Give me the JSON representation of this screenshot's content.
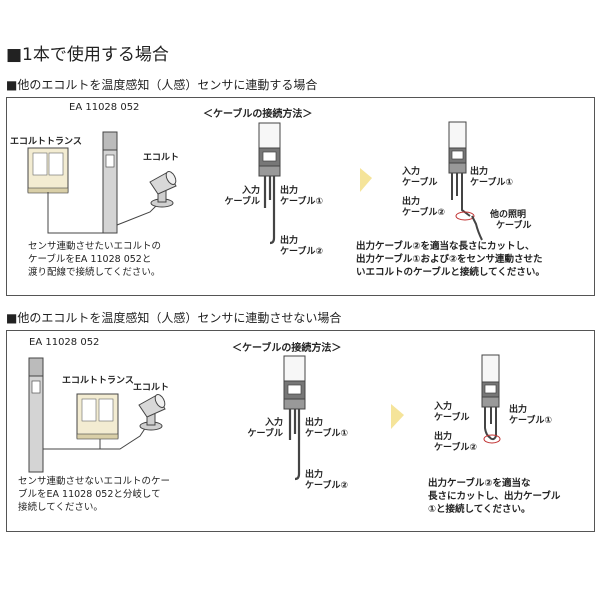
{
  "main_title": "■1本で使用する場合",
  "section1": {
    "title": "■他のエコルトを温度感知（人感）センサに連動する場合",
    "pole_model": "EA 11028 052",
    "transformer_label": "エコルトトランス",
    "ecolt_label": "エコルト",
    "method_title": "＜ケーブルの接続方法＞",
    "input_cable": [
      "入力",
      "ケーブル"
    ],
    "output_cable1": [
      "出力",
      "ケーブル①"
    ],
    "output_cable2": [
      "出力",
      "ケーブル②"
    ],
    "after_input_cable": [
      "入力",
      "ケーブル"
    ],
    "after_output_cable1": [
      "出力",
      "ケーブル①"
    ],
    "after_output_cable2": [
      "出力",
      "ケーブル②"
    ],
    "other_light_cable": [
      "他の照明",
      "ケーブル"
    ],
    "left_note": [
      "センサ連動させたいエコルトの",
      "ケーブルをEA 11028 052と",
      "渡り配線で接続してください。"
    ],
    "right_note": [
      "出力ケーブル②を適当な長さにカットし、",
      "出力ケーブル①および②をセンサ連動させた",
      "いエコルトのケーブルと接続してください。"
    ]
  },
  "section2": {
    "title": "■他のエコルトを温度感知（人感）センサに連動させない場合",
    "pole_model": "EA 11028 052",
    "transformer_label": "エコルトトランス",
    "ecolt_label": "エコルト",
    "method_title": "＜ケーブルの接続方法＞",
    "input_cable": [
      "入力",
      "ケーブル"
    ],
    "output_cable1": [
      "出力",
      "ケーブル①"
    ],
    "output_cable2": [
      "出力",
      "ケーブル②"
    ],
    "after_input_cable": [
      "入力",
      "ケーブル"
    ],
    "after_output_cable1": [
      "出力",
      "ケーブル①"
    ],
    "after_output_cable2": [
      "出力",
      "ケーブル②"
    ],
    "left_note": [
      "センサ連動させないエコルトのケー",
      "ブルをEA 11028 052と分岐して",
      "接続してください。"
    ],
    "right_note": [
      "出力ケーブル②を適当な",
      "長さにカットし、出力ケーブル",
      "①と接続してください。"
    ]
  },
  "colors": {
    "arrow": "#f5e49a",
    "highlight": "#f7efc4",
    "pole": "#cfcfcf",
    "line": "#444444"
  }
}
